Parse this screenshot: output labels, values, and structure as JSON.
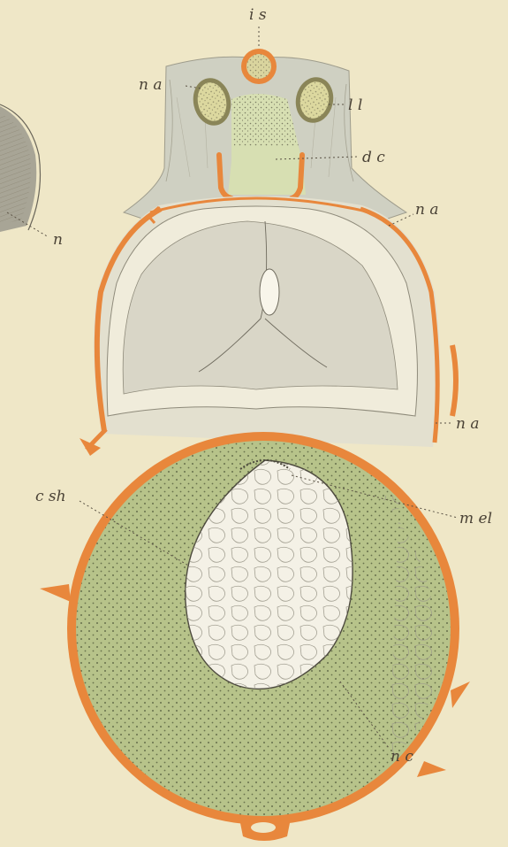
{
  "labels": {
    "is": "i s",
    "na_top": "n a",
    "ll": "l l",
    "dc": "d c",
    "na_right_upper": "n a",
    "n_left": "n",
    "na_right_lower": "n a",
    "csh": "c sh",
    "mel": "m el",
    "nc": "n c"
  },
  "colors": {
    "background": "#efe7c7",
    "cartilage_orange": "#e8873c",
    "notochord_green": "#b7c38a",
    "neural_tissue_grey": "#d9d6c7",
    "canal_fill": "#f4f1e6",
    "label_ink": "#4a4236"
  }
}
